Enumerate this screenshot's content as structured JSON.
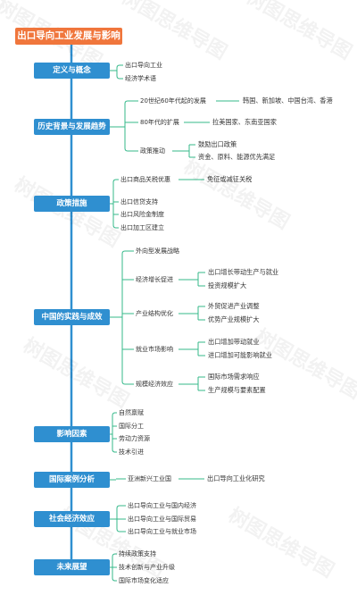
{
  "root": "出口导向工业发展与影响",
  "categories": [
    {
      "label": "定义与概念",
      "items": [
        {
          "label": "出口导向工业"
        },
        {
          "label": "经济学术语"
        }
      ]
    },
    {
      "label": "历史背景与发展趋势",
      "items": [
        {
          "label": "20世纪60年代起的发展",
          "children": [
            {
              "label": "韩国、新加坡、中国台湾、香港"
            }
          ]
        },
        {
          "label": "80年代的扩展",
          "children": [
            {
              "label": "拉美国家、东南亚国家"
            }
          ]
        },
        {
          "label": "政策推动",
          "children": [
            {
              "label": "鼓励出口政策"
            },
            {
              "label": "资金、原料、能源优先满足"
            }
          ]
        }
      ]
    },
    {
      "label": "政策措施",
      "items": [
        {
          "label": "出口商品关税优惠",
          "children": [
            {
              "label": "免征或减征关税"
            }
          ]
        },
        {
          "label": "出口信贷支持"
        },
        {
          "label": "出口风险金制度"
        },
        {
          "label": "出口加工区建立"
        }
      ]
    },
    {
      "label": "中国的实践与成效",
      "items": [
        {
          "label": "外向型发展战略"
        },
        {
          "label": "经济增长促进",
          "children": [
            {
              "label": "出口增长带动生产与就业"
            },
            {
              "label": "投资规模扩大"
            }
          ]
        },
        {
          "label": "产业结构优化",
          "children": [
            {
              "label": "外贸促进产业调整"
            },
            {
              "label": "优势产业规模扩大"
            }
          ]
        },
        {
          "label": "就业市场影响",
          "children": [
            {
              "label": "出口增加带动就业"
            },
            {
              "label": "进口增加可能影响就业"
            }
          ]
        },
        {
          "label": "规模经济效应",
          "children": [
            {
              "label": "国际市场需求响应"
            },
            {
              "label": "生产规模与要素配置"
            }
          ]
        }
      ]
    },
    {
      "label": "影响因素",
      "items": [
        {
          "label": "自然禀赋"
        },
        {
          "label": "国际分工"
        },
        {
          "label": "劳动力资源"
        },
        {
          "label": "技术引进"
        }
      ]
    },
    {
      "label": "国际案例分析",
      "items": [
        {
          "label": "亚洲新兴工业国",
          "children": [
            {
              "label": "出口导向工业化研究"
            }
          ]
        }
      ]
    },
    {
      "label": "社会经济效应",
      "items": [
        {
          "label": "出口导向工业与国内经济"
        },
        {
          "label": "出口导向工业与国际贸易"
        },
        {
          "label": "出口导向工业与就业市场"
        }
      ]
    },
    {
      "label": "未来展望",
      "items": [
        {
          "label": "持续政策支持"
        },
        {
          "label": "技术创新与产业升级"
        },
        {
          "label": "国际市场变化适应"
        }
      ]
    }
  ],
  "watermark": "树图思维导图",
  "colors": {
    "root": "#f0763c",
    "category": "#2f8fd0",
    "trunk": "#2f8fd0",
    "branch": "#34b98a"
  }
}
